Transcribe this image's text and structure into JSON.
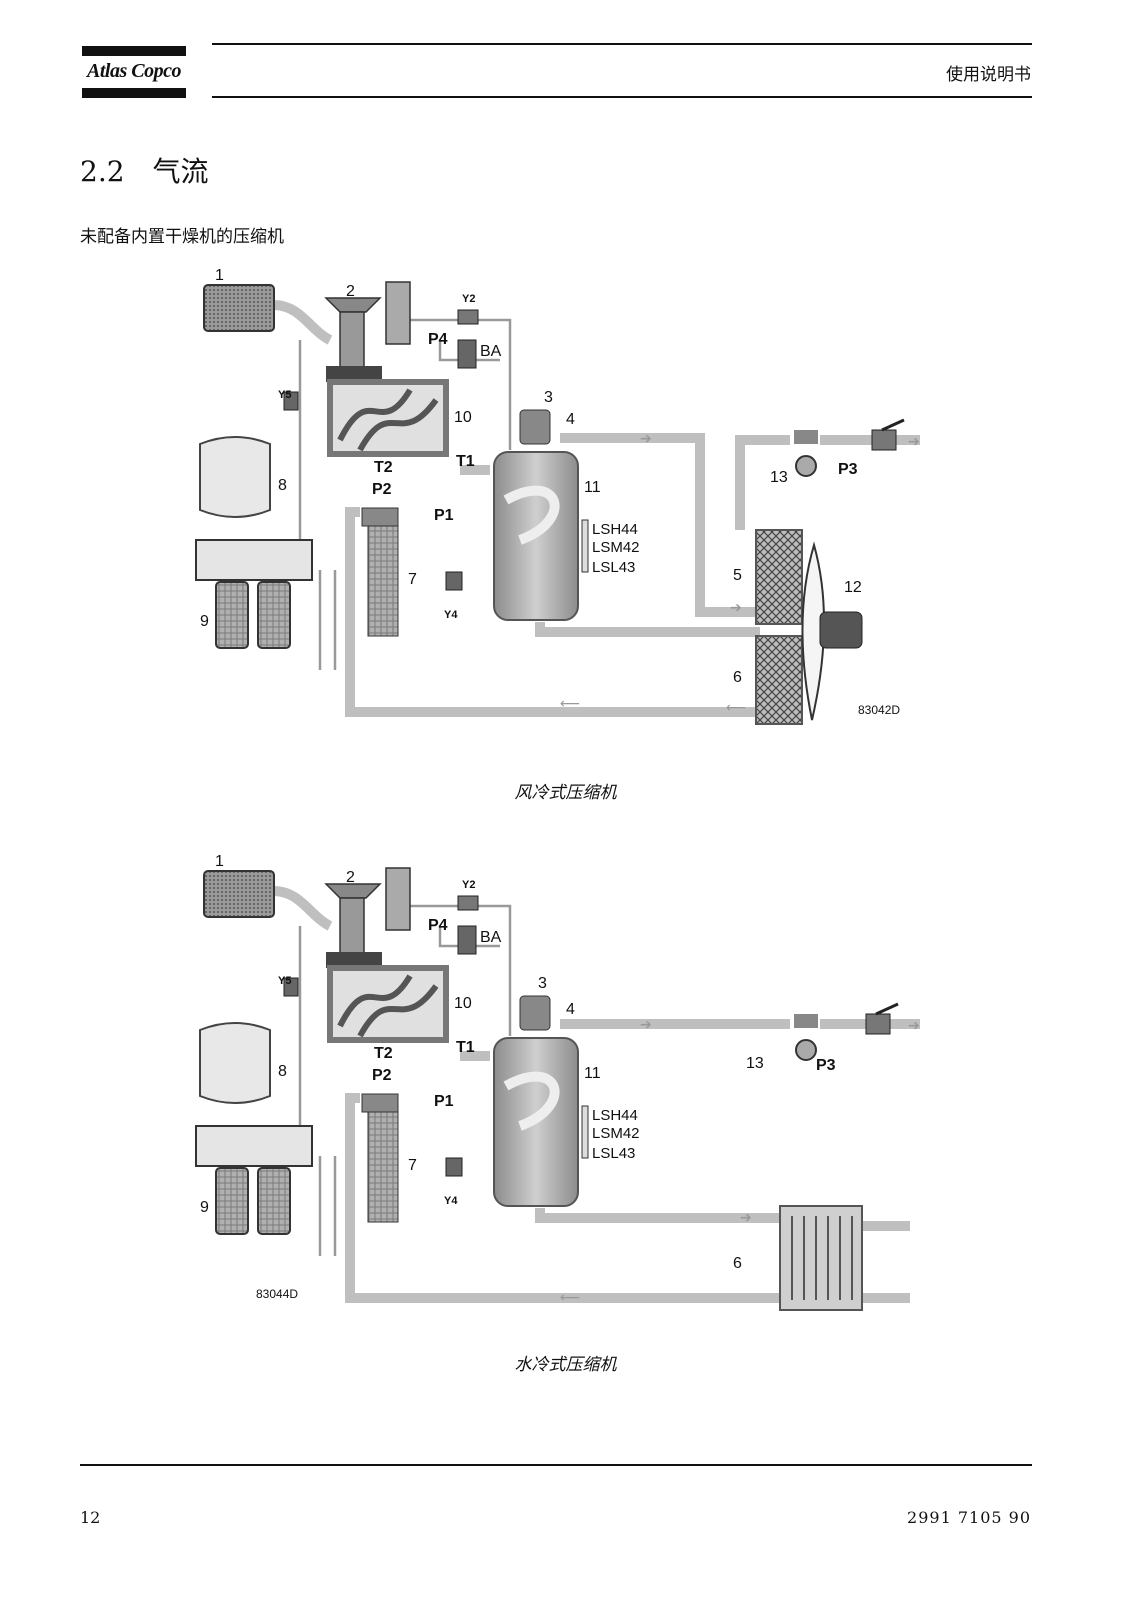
{
  "header": {
    "logo_text": "Atlas Copco",
    "doc_title": "使用说明书"
  },
  "section": {
    "title": "2.2　气流",
    "subtitle": "未配备内置干燥机的压缩机"
  },
  "figures": [
    {
      "caption": "风冷式压缩机",
      "code": "83042D",
      "numbers": [
        "1",
        "2",
        "3",
        "4",
        "5",
        "6",
        "7",
        "8",
        "9",
        "10",
        "11",
        "12",
        "13"
      ],
      "tags": {
        "y2": "Y2",
        "y4": "Y4",
        "y5": "Y5",
        "p1": "P1",
        "p2": "P2",
        "p3": "P3",
        "p4": "P4",
        "t1": "T1",
        "t2": "T2",
        "ba": "BA"
      },
      "switches": [
        "LSH44",
        "LSM42",
        "LSL43"
      ]
    },
    {
      "caption": "水冷式压缩机",
      "code": "83044D",
      "numbers": [
        "1",
        "2",
        "3",
        "4",
        "6",
        "7",
        "8",
        "9",
        "10",
        "11",
        "13"
      ],
      "tags": {
        "y2": "Y2",
        "y4": "Y4",
        "y5": "Y5",
        "p1": "P1",
        "p2": "P2",
        "p3": "P3",
        "p4": "P4",
        "t1": "T1",
        "t2": "T2",
        "ba": "BA"
      },
      "switches": [
        "LSH44",
        "LSM42",
        "LSL43"
      ]
    }
  ],
  "footer": {
    "page_number": "12",
    "doc_number": "2991 7105 90"
  }
}
